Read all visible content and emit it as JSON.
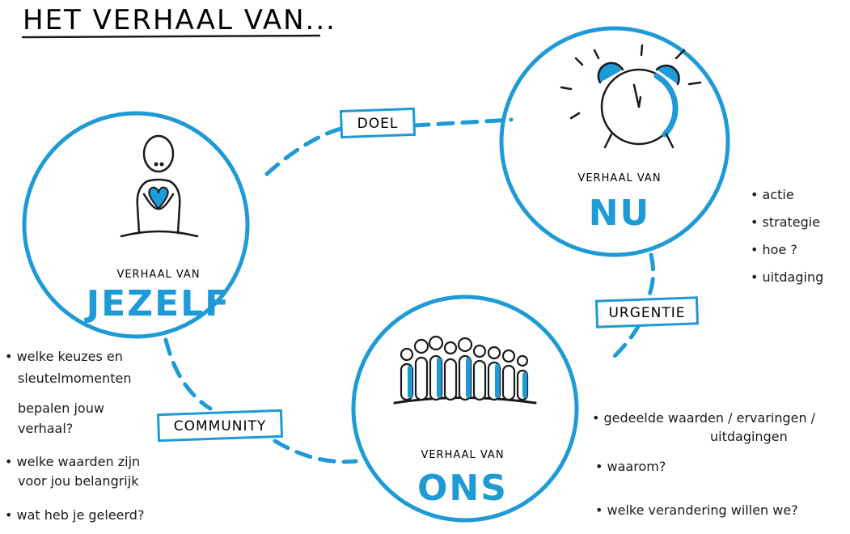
{
  "title": "HET VERHAAL VAN...",
  "colors": {
    "accent": "#1e9ad6",
    "ink": "#1a1a1a"
  },
  "circles": {
    "jezelf": {
      "sub": "VERHAAL VAN",
      "name": "JEZELF",
      "icon": "person-heart-icon"
    },
    "nu": {
      "sub": "VERHAAL VAN",
      "name": "NU",
      "icon": "alarm-clock-icon"
    },
    "ons": {
      "sub": "VERHAAL VAN",
      "name": "ONS",
      "icon": "crowd-icon"
    }
  },
  "connectors": {
    "doel": "DOEL",
    "urgentie": "URGENTIE",
    "community": "COMMUNITY"
  },
  "notes": {
    "nu": [
      "• actie",
      "• strategie",
      "• hoe ?",
      "• uitdaging"
    ],
    "jezelf": [
      "• welke keuzes en",
      "sleutelmomenten",
      "bepalen jouw",
      "verhaal?",
      "• welke waarden zijn",
      "voor jou belangrijk",
      "• wat heb je geleerd?"
    ],
    "ons": [
      "• gedeelde waarden / ervaringen /",
      "uitdagingen",
      "• waarom?",
      "• welke verandering willen we?"
    ]
  }
}
